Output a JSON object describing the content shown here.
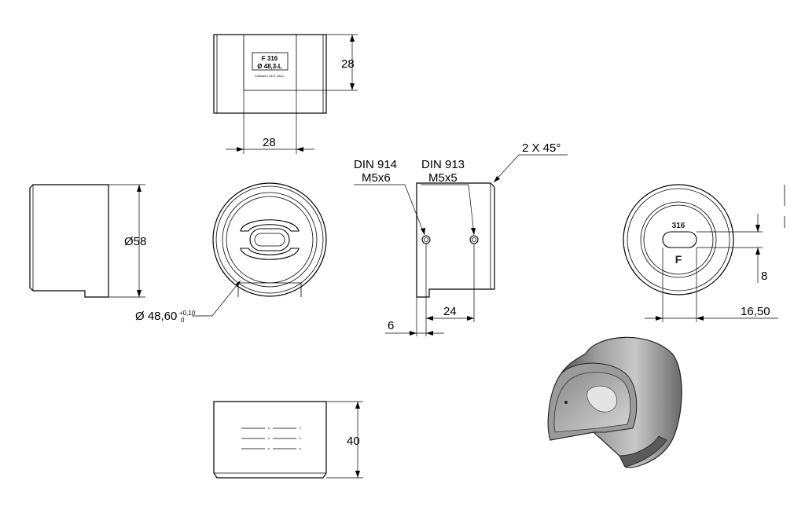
{
  "dimensions": {
    "top_height": "28",
    "top_width": "28",
    "left_diameter": "Ø58",
    "bore_diameter": "Ø 48,60",
    "bore_tol_upper": "+0,10",
    "bore_tol_lower": "0",
    "side_offset": "6",
    "side_spacing": "24",
    "chamfer": "2 X 45°",
    "right_slot_height": "8",
    "right_slot_width": "16,50",
    "bottom_height": "40"
  },
  "callouts": {
    "screw1_std": "DIN 914",
    "screw1_size": "M5x6",
    "screw2_std": "DIN 913",
    "screw2_size": "M5x5"
  },
  "engravings": {
    "label_line1": "F 316",
    "label_line2": "Ø 48,3-L",
    "label_fine": "Edelstahl 1.4571 (316L)",
    "top_mark": "316",
    "bottom_mark": "F"
  }
}
